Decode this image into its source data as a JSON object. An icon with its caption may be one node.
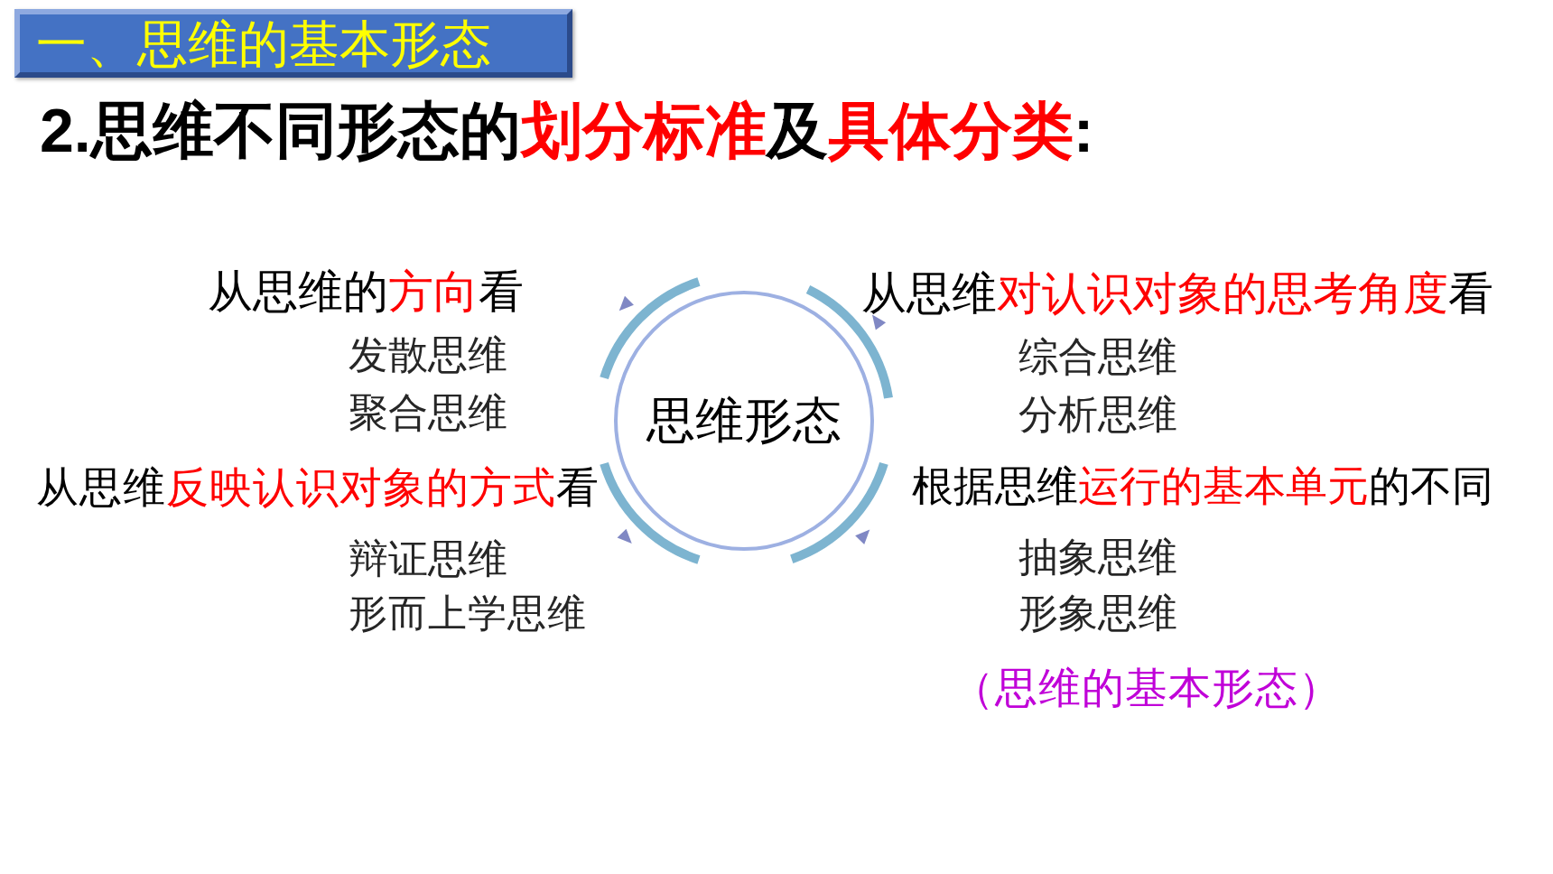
{
  "diagram": {
    "title": "2.思维不同形态的**划分标准**及**具体分类**:",
    "nodes": [
      {
        "text": [
          "一、思维的基本形态"
        ]
      },
      {
        "text": [
          "思维形态"
        ]
      }
    ],
    "labels": [
      "从思维的**方向**看",
      "从思维**对认识对象的思考角度**看",
      "发散思维",
      "综合思维",
      "聚合思维",
      "分析思维",
      "从思维**反映认识对象的方式**看",
      "根据思维**运行的基本单元**的不同",
      "辩证思维",
      "抽象思维",
      "形而上学思维",
      "形象思维",
      "（思维的基本形态）"
    ]
  }
}
